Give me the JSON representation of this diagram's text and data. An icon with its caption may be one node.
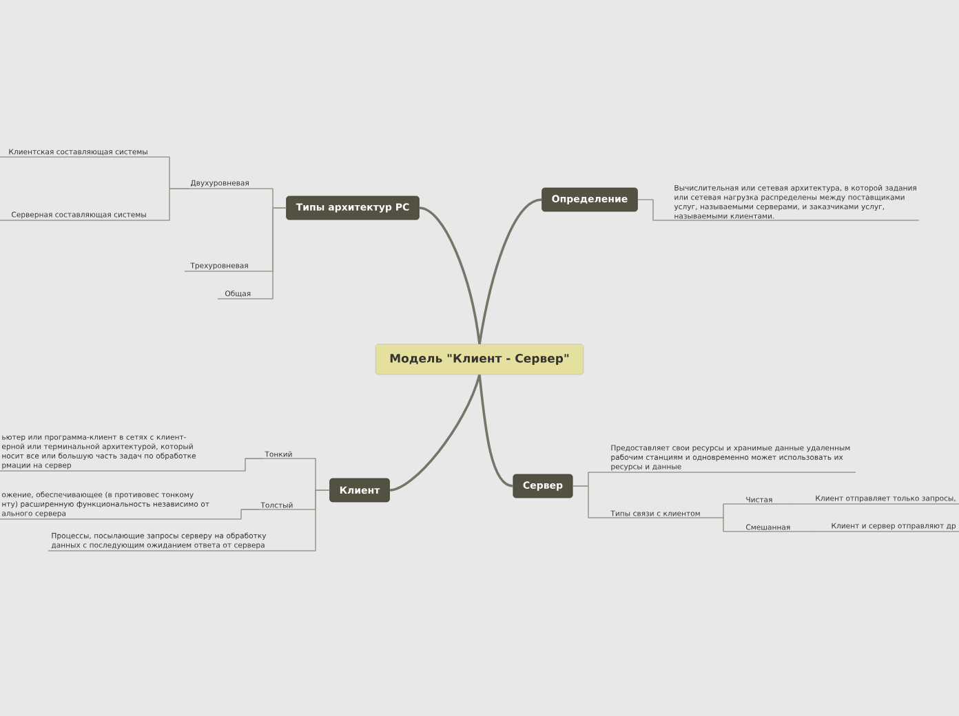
{
  "diagram": {
    "nodes": [
      {
        "text": [
          "Модель \"Клиент - Сервер\""
        ]
      },
      {
        "text": [
          "Типы архитектур РС"
        ]
      },
      {
        "text": [
          "Двухуровневая"
        ]
      },
      {
        "text": [
          "Клиентская составляющая системы"
        ]
      },
      {
        "text": [
          "Серверная составляющая системы"
        ]
      },
      {
        "text": [
          "Трехуровневая"
        ]
      },
      {
        "text": [
          "Общая"
        ]
      },
      {
        "text": [
          "Определение"
        ]
      },
      {
        "text": [
          "Вычислительная или сетевая архитектура, в которой задания или сетевая нагрузка распределены между поставщиками услуг, называемыми серверами, и заказчиками услуг, называемыми клиентами."
        ]
      },
      {
        "text": [
          "Клиент"
        ]
      },
      {
        "text": [
          "Тонкий"
        ]
      },
      {
        "text": [
          "ьютер или программа-клиент в сетях с клиент- ерной или терминальной архитектурой, который носит все или большую часть задач по обработке рмации на сервер"
        ]
      },
      {
        "text": [
          "Толстый"
        ]
      },
      {
        "text": [
          "ожение, обеспечивающее (в противовес тонкому нту) расширенную функциональность независимо от ального сервера"
        ]
      },
      {
        "text": [
          "Процессы, посылающие запросы серверу на обработку данных с последующим ожиданием ответа от сервера"
        ]
      },
      {
        "text": [
          "Сервер"
        ]
      },
      {
        "text": [
          "Предоставляет свои ресурсы и хранимые данные удаленным рабочим станциям и одновременно может использовать их ресурсы и данные"
        ]
      },
      {
        "text": [
          "Типы связи с клиентом"
        ]
      },
      {
        "text": [
          "Чистая"
        ]
      },
      {
        "text": [
          "Клиент отправляет только запросы,"
        ]
      },
      {
        "text": [
          "Смешанная"
        ]
      },
      {
        "text": [
          "Клиент и сервер отправляют др"
        ]
      }
    ],
    "edges": [
      {
        "from": 0,
        "to": 1,
        "arrow": "none"
      },
      {
        "from": 1,
        "to": 2,
        "arrow": "none"
      },
      {
        "from": 2,
        "to": 3,
        "arrow": "none"
      },
      {
        "from": 2,
        "to": 4,
        "arrow": "none"
      },
      {
        "from": 1,
        "to": 5,
        "arrow": "none"
      },
      {
        "from": 1,
        "to": 6,
        "arrow": "none"
      },
      {
        "from": 0,
        "to": 7,
        "arrow": "none"
      },
      {
        "from": 7,
        "to": 8,
        "arrow": "none"
      },
      {
        "from": 0,
        "to": 9,
        "arrow": "none"
      },
      {
        "from": 9,
        "to": 10,
        "arrow": "none"
      },
      {
        "from": 10,
        "to": 11,
        "arrow": "none"
      },
      {
        "from": 9,
        "to": 12,
        "arrow": "none"
      },
      {
        "from": 12,
        "to": 13,
        "arrow": "none"
      },
      {
        "from": 9,
        "to": 14,
        "arrow": "none"
      },
      {
        "from": 0,
        "to": 15,
        "arrow": "none"
      },
      {
        "from": 15,
        "to": 16,
        "arrow": "none"
      },
      {
        "from": 15,
        "to": 17,
        "arrow": "none"
      },
      {
        "from": 17,
        "to": 18,
        "arrow": "none"
      },
      {
        "from": 18,
        "to": 19,
        "arrow": "none"
      },
      {
        "from": 17,
        "to": 20,
        "arrow": "none"
      },
      {
        "from": 20,
        "to": 21,
        "arrow": "none"
      }
    ]
  }
}
